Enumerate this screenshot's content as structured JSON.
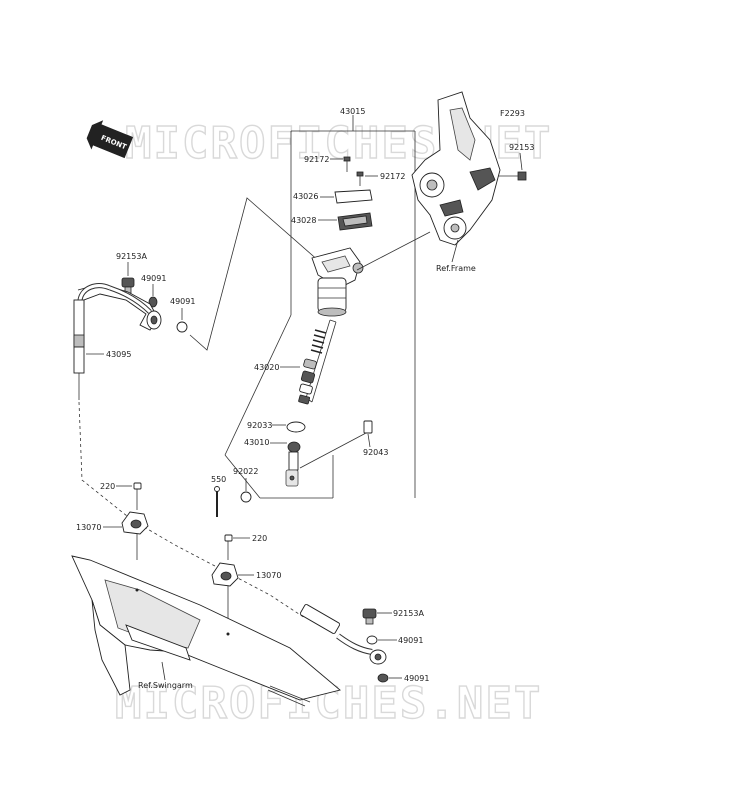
{
  "figure_code": "F2293",
  "front_label": "FRONT",
  "watermarks": [
    "MICROFICHES.NET",
    "MICROFICHES.NET"
  ],
  "references": {
    "frame": "Ref.Frame",
    "swingarm": "Ref.Swingarm"
  },
  "parts": {
    "p43015": "43015",
    "p92172_a": "92172",
    "p92172_b": "92172",
    "p43026": "43026",
    "p43028": "43028",
    "p92153_top": "92153",
    "p92153A_top": "92153A",
    "p49091_a": "49091",
    "p49091_b": "49091",
    "p43095": "43095",
    "p43020": "43020",
    "p92033": "92033",
    "p43010": "43010",
    "p92043": "92043",
    "p92022": "92022",
    "p550": "550",
    "p220_a": "220",
    "p220_b": "220",
    "p13070_a": "13070",
    "p13070_b": "13070",
    "p92153A_bottom": "92153A",
    "p49091_c": "49091",
    "p49091_d": "49091"
  }
}
